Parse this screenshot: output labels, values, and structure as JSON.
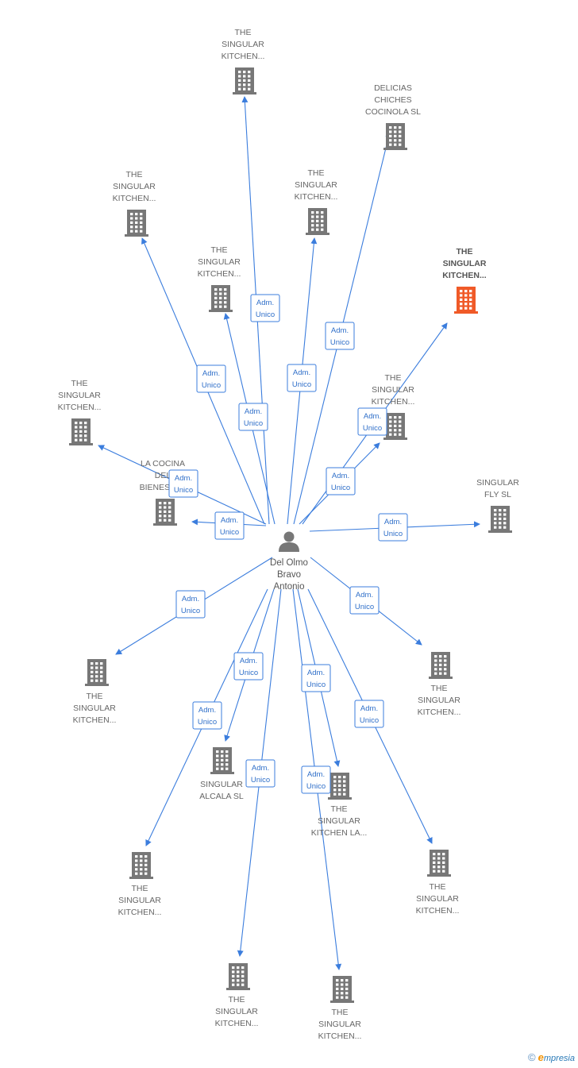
{
  "center": {
    "label_lines": [
      "Del Olmo",
      "Bravo",
      "Antonio"
    ],
    "icon": "person-icon"
  },
  "edge_label": [
    "Adm.",
    "Unico"
  ],
  "colors": {
    "edge": "#3b7ddd",
    "building": "#777777",
    "building_highlight": "#f05a28",
    "person": "#777777"
  },
  "nodes": [
    {
      "id": "n1",
      "lines": [
        "THE",
        "SINGULAR",
        "KITCHEN..."
      ]
    },
    {
      "id": "n2",
      "lines": [
        "DELICIAS",
        "CHICHES",
        "COCINOLA SL"
      ]
    },
    {
      "id": "n3",
      "lines": [
        "THE",
        "SINGULAR",
        "KITCHEN..."
      ]
    },
    {
      "id": "n4",
      "lines": [
        "THE",
        "SINGULAR",
        "KITCHEN..."
      ]
    },
    {
      "id": "n5",
      "lines": [
        "THE",
        "SINGULAR",
        "KITCHEN..."
      ]
    },
    {
      "id": "n6",
      "lines": [
        "THE",
        "SINGULAR",
        "KITCHEN..."
      ],
      "highlight": true
    },
    {
      "id": "n7",
      "lines": [
        "THE",
        "SINGULAR",
        "KITCHEN..."
      ]
    },
    {
      "id": "n8",
      "lines": [
        "THE",
        "SINGULAR",
        "KITCHEN..."
      ]
    },
    {
      "id": "n9",
      "lines": [
        "LA COCINA",
        "DEL",
        "BIENESTAR"
      ]
    },
    {
      "id": "n10",
      "lines": [
        "SINGULAR",
        "FLY SL"
      ]
    },
    {
      "id": "n11",
      "lines": [
        "THE",
        "SINGULAR",
        "KITCHEN..."
      ]
    },
    {
      "id": "n12",
      "lines": [
        "THE",
        "SINGULAR",
        "KITCHEN..."
      ]
    },
    {
      "id": "n13",
      "lines": [
        "SINGULAR",
        "ALCALA SL"
      ]
    },
    {
      "id": "n14",
      "lines": [
        "THE",
        "SINGULAR",
        "KITCHEN LA..."
      ]
    },
    {
      "id": "n15",
      "lines": [
        "THE",
        "SINGULAR",
        "KITCHEN..."
      ]
    },
    {
      "id": "n16",
      "lines": [
        "THE",
        "SINGULAR",
        "KITCHEN..."
      ]
    },
    {
      "id": "n17",
      "lines": [
        "THE",
        "SINGULAR",
        "KITCHEN..."
      ]
    },
    {
      "id": "n18",
      "lines": [
        "THE",
        "SINGULAR",
        "KITCHEN..."
      ]
    }
  ],
  "footer": {
    "copyright": "©",
    "brand_initial": "e",
    "brand_rest": "mpresia"
  }
}
